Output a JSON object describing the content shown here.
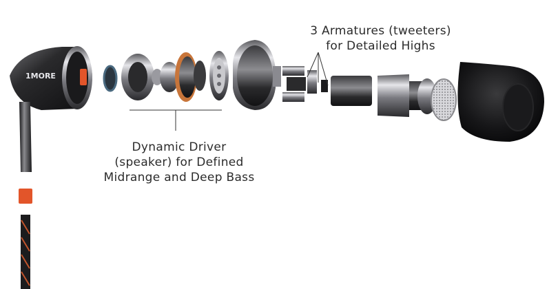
{
  "brand": "1MORE",
  "labels": {
    "armatures_line1": "3 Armatures (tweeters)",
    "armatures_line2": "for Detailed Highs",
    "dynamic_line1": "Dynamic Driver",
    "dynamic_line2": "(speaker) for Defined",
    "dynamic_line3": "Midrange and Deep Bass"
  },
  "colors": {
    "background": "#ffffff",
    "metal_dark": "#1e1e20",
    "metal_light": "#cfcfd3",
    "accent_orange": "#e2552a",
    "copper": "#c8753a",
    "eartip": "#151515",
    "text": "#2b2b2b"
  }
}
